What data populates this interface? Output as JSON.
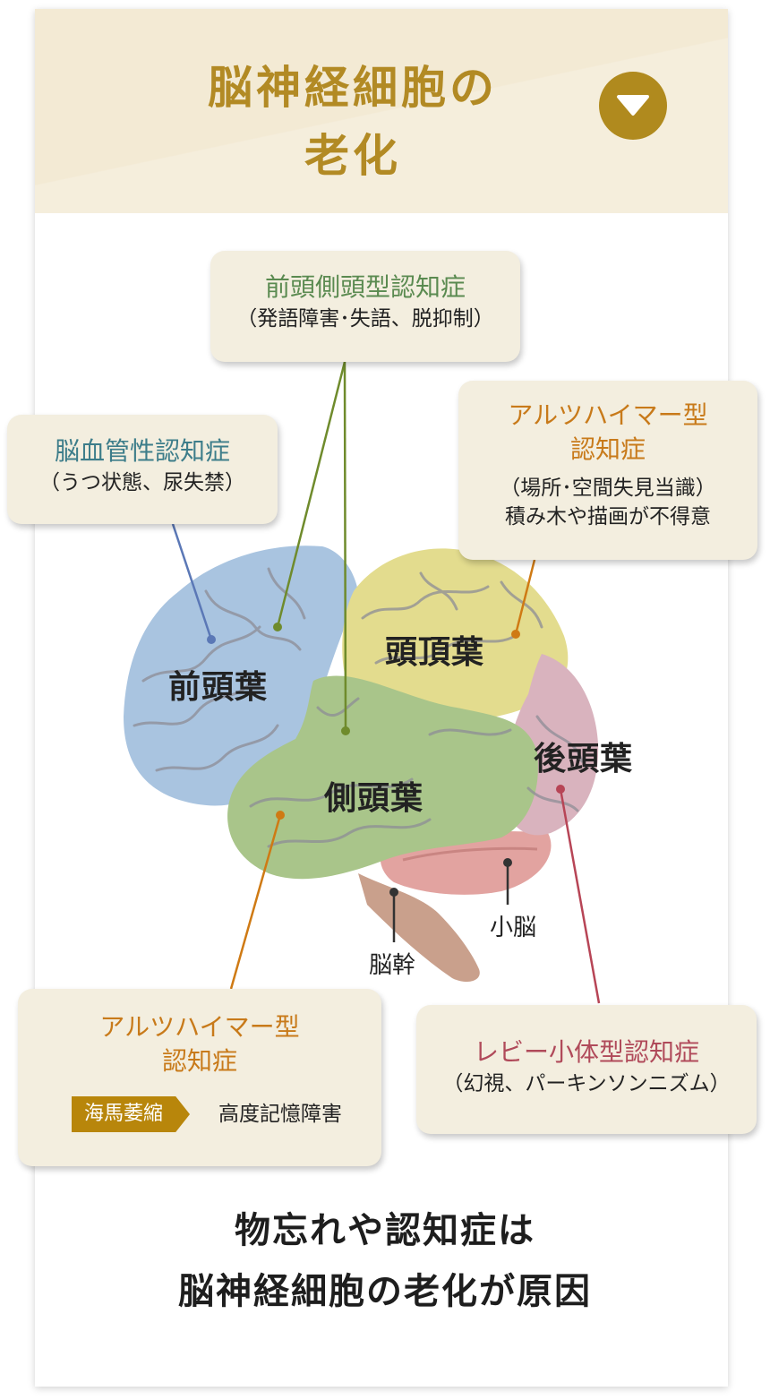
{
  "header": {
    "title_line1": "脳神経細胞の",
    "title_line2": "老化",
    "toggle_icon": "chevron-down-icon"
  },
  "boxes": {
    "frontotemporal": {
      "title": "前頭側頭型認知症",
      "detail": "（発語障害･失語、脱抑制）"
    },
    "vascular": {
      "title": "脳血管性認知症",
      "detail": "（うつ状態、尿失禁）"
    },
    "alzheimer_parietal": {
      "title_line1": "アルツハイマー型",
      "title_line2": "認知症",
      "detail_line1": "（場所･空間失見当識）",
      "detail_line2": "積み木や描画が不得意"
    },
    "alzheimer_temporal": {
      "title_line1": "アルツハイマー型",
      "title_line2": "認知症",
      "tag": "海馬萎縮",
      "tag_result": "高度記憶障害"
    },
    "lewy": {
      "title": "レビー小体型認知症",
      "detail": "（幻視、パーキンソンニズム）"
    }
  },
  "lobes": {
    "frontal": "前頭葉",
    "parietal": "頭頂葉",
    "temporal": "側頭葉",
    "occipital": "後頭葉",
    "cerebellum": "小脳",
    "brainstem": "脳幹"
  },
  "conclusion": {
    "line1": "物忘れや認知症は",
    "line2": "脳神経細胞の老化が原因"
  },
  "colors": {
    "gold": "#b28a24",
    "header_bg": "#f3ead4",
    "box_bg": "#f3eedf",
    "green_text": "#5a8a50",
    "teal_text": "#3d7d8a",
    "orange_text": "#c87a1a",
    "red_text": "#b04a5a",
    "frontal_lobe": "#a9c4e0",
    "parietal_lobe": "#e3dc8e",
    "temporal_lobe": "#a9c58a",
    "occipital_lobe": "#d9b3be",
    "cerebellum": "#e2a3a0",
    "brainstem": "#c9a08c"
  }
}
